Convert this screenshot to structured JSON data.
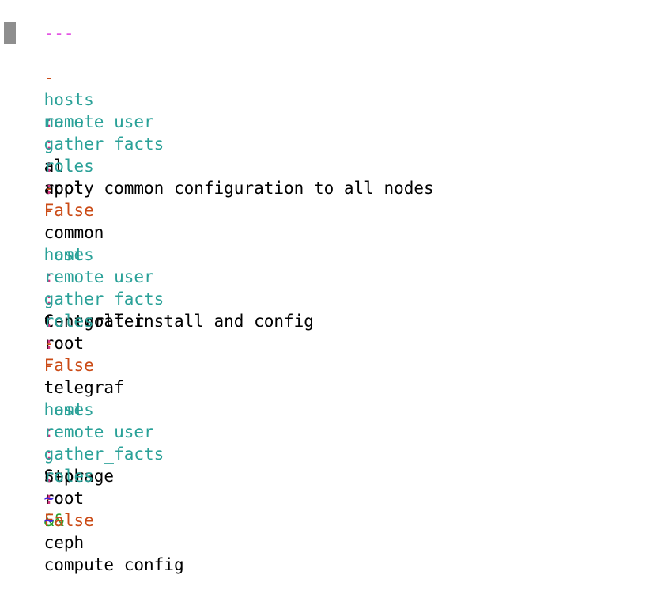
{
  "app": {
    "name": "vim",
    "file_type": "ansible-playbook-yaml",
    "mode": "normal"
  },
  "theme": {
    "background": "#ffffff",
    "foreground": "#000000",
    "key_color": "#2aa198",
    "colon_color": "#d33682",
    "dash_color": "#cb4b16",
    "boolean_color": "#cb4b16",
    "doc_marker_color": "#e355e3",
    "operator_color": "#2ca02c",
    "tilde_color": "#4422e0",
    "cursor_color": "#8e8e8e"
  },
  "cursor": {
    "line": 2,
    "column": 1,
    "char": "-"
  },
  "document": {
    "doc_start": "---",
    "plays": [
      {
        "dash": "-",
        "name_key": "name",
        "name_value": "apply common configuration to all nodes",
        "hosts_key": "hosts",
        "hosts_value": "all",
        "remote_user_key": "remote_user",
        "remote_user_value": "root",
        "gather_facts_key": "gather_facts",
        "gather_facts_value": "False",
        "roles_key": "roles",
        "roles": [
          {
            "dash": "-",
            "value": "common"
          }
        ]
      },
      {
        "dash": "-",
        "name_key": "name",
        "name_value": "telegraf install and config",
        "hosts_key": "hosts",
        "hosts_value": "Controller",
        "remote_user_key": "remote_user",
        "remote_user_value": "root",
        "gather_facts_key": "gather_facts",
        "gather_facts_value": "False",
        "roles_key": "roles",
        "roles": [
          {
            "dash": "-",
            "value": "telegraf"
          }
        ]
      },
      {
        "dash": "-",
        "name_key": "name",
        "name_value_part1": "ceph",
        "name_value_operator": "&&",
        "name_value_part2": "compute config",
        "hosts_key": "hosts",
        "hosts_value": "Storage",
        "remote_user_key": "remote_user",
        "remote_user_value": "root",
        "gather_facts_key": "gather_facts",
        "gather_facts_value": "False",
        "roles_key": "roles",
        "roles": [
          {
            "dash": "-",
            "value": "ceph"
          }
        ]
      }
    ],
    "empty_line_markers": [
      "~",
      "~"
    ]
  },
  "punct": {
    "colon": ":",
    "space": " ",
    "two_spaces": "  ",
    "indent2": "  ",
    "indent4": "    "
  }
}
